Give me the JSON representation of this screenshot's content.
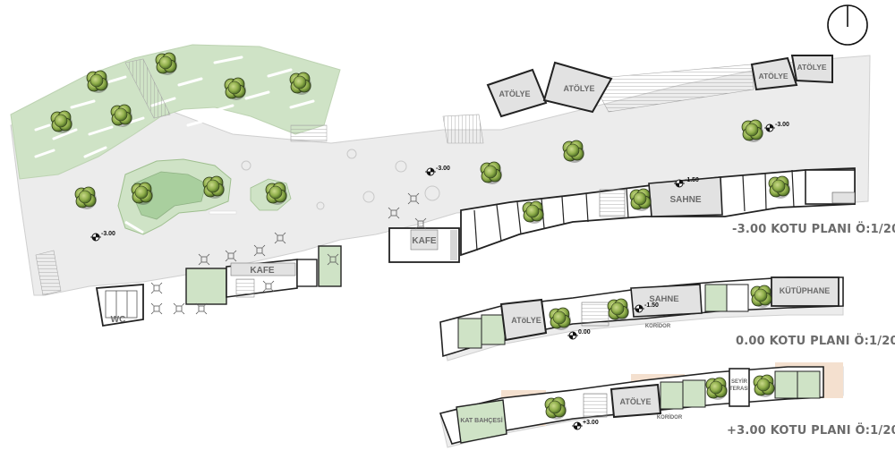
{
  "titles": {
    "minus3": "-3.00 KOTU PLANI  Ö:1/200",
    "zero": "0.00 KOTU PLANI  Ö:1/200",
    "plus3": "+3.00 KOTU PLANI  Ö:1/200"
  },
  "rooms": {
    "atolye": "ATÖLYE",
    "atolye_lower": "ATöLYE",
    "sahne": "SAHNE",
    "kafe": "KAFE",
    "wc": "WC",
    "kutuphane": "KÜTÜPHANE",
    "koridor": "KORİDOR",
    "kat_bahcesi": "KAT BAHÇESİ",
    "seyir": "SEYİR",
    "terasi": "TERASI"
  },
  "levels": {
    "m300": "-3.00",
    "m150": "-1.50",
    "z000": "0.00",
    "p300": "+3.00"
  },
  "colors": {
    "ground": "#ededed",
    "green": "#cfe3c6",
    "dark_green": "#7c9c4c",
    "wall": "#333333",
    "peach": "#f4e0cf"
  }
}
